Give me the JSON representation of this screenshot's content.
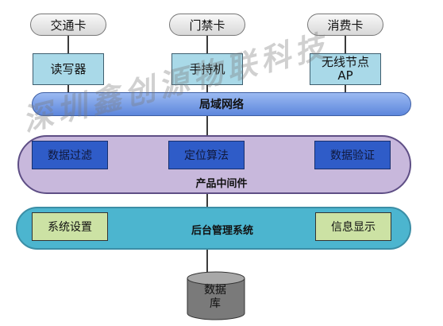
{
  "cards": [
    "交通卡",
    "门禁卡",
    "消费卡"
  ],
  "devices": [
    "读写器",
    "手持机",
    "无线节点\nAP"
  ],
  "network": "局域网络",
  "middleware": {
    "title": "产品中间件",
    "modules": [
      "数据过滤",
      "定位算法",
      "数据验证"
    ]
  },
  "backend": {
    "title": "后台管理系统",
    "left": "系统设置",
    "right": "信息显示"
  },
  "database": "数据\n库",
  "watermark": "深圳鑫创源物联科技",
  "colors": {
    "lan": "#5d86dc",
    "middleware": "#c8b8dc",
    "module": "#2f5cc8",
    "backend": "#4cb5cf",
    "backend_item": "#cce2a4",
    "device": "#a9d9e8"
  }
}
